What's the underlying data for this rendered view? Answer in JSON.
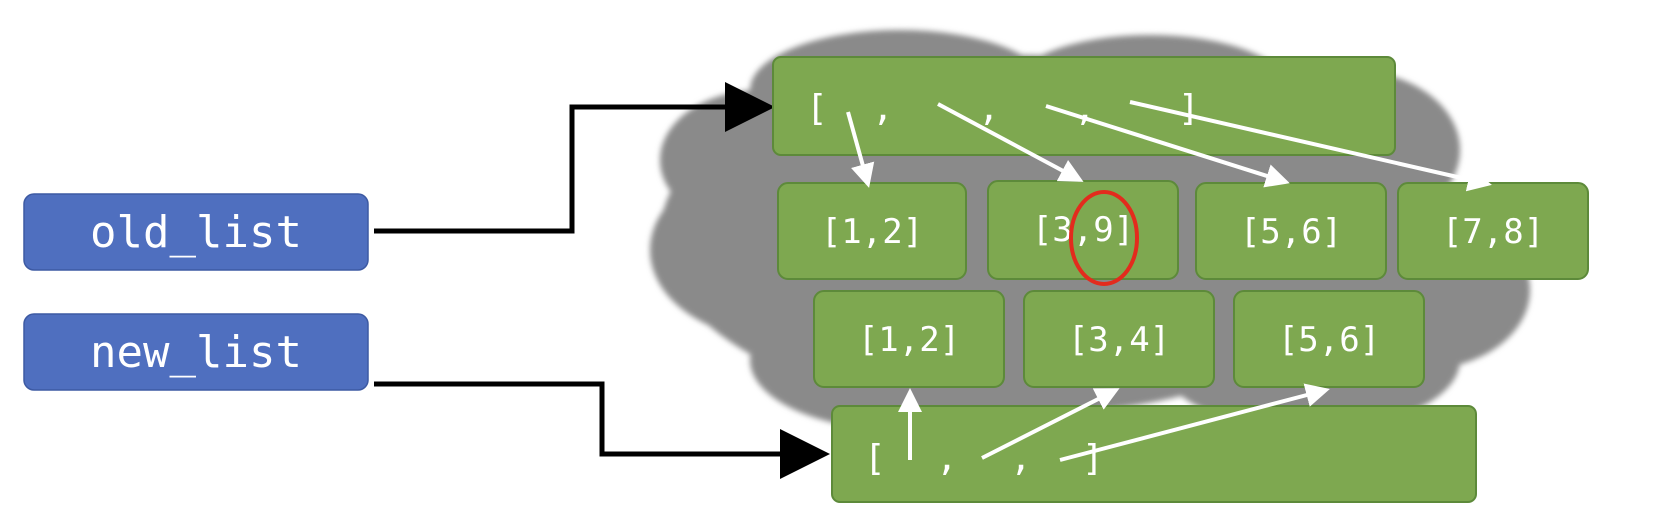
{
  "variables": {
    "old_list": "old_list",
    "new_list": "new_list"
  },
  "old_list_container": {
    "open": "[",
    "comma1": ",",
    "comma2": ",",
    "comma3": ",",
    "close": "]"
  },
  "new_list_container": {
    "open": "[",
    "comma1": ",",
    "comma2": ",",
    "close": "]"
  },
  "old_sublists": [
    "[1,2]",
    "[3,9]",
    "[5,6]",
    "[7,8]"
  ],
  "new_sublists": [
    "[1,2]",
    "[3,4]",
    "[5,6]"
  ],
  "colors": {
    "variable_box": "#4f6fbf",
    "list_box": "#7ea850",
    "list_border": "#5d8a3a",
    "heap_cloud": "#8a8a8a",
    "arrow_black": "#000000",
    "arrow_white": "#ffffff",
    "highlight_circle": "#e32b1d"
  },
  "highlight": {
    "target": "[3,9]",
    "changed_value": "9"
  }
}
